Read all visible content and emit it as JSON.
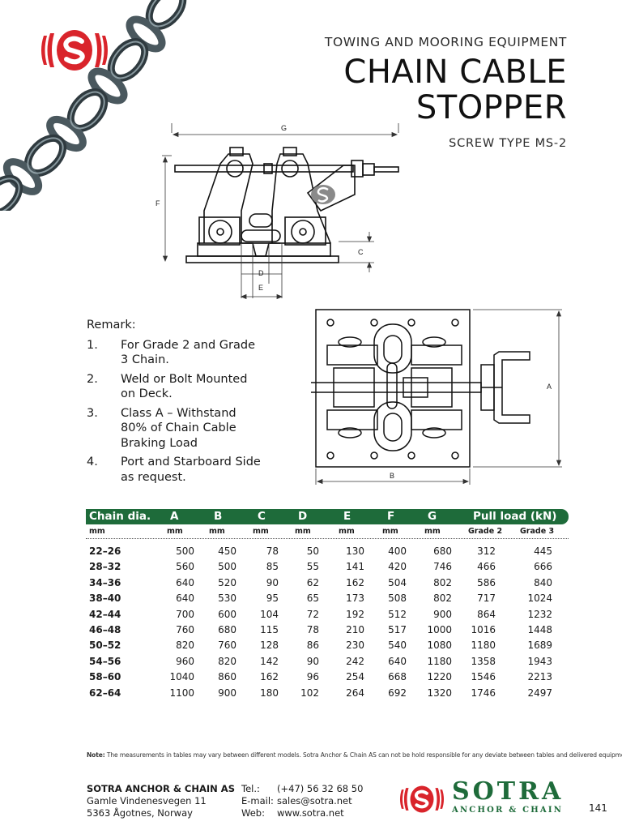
{
  "header": {
    "kicker": "TOWING AND MOORING EQUIPMENT",
    "title_line1": "CHAIN CABLE",
    "title_line2": "STOPPER",
    "subtitle": "SCREW TYPE MS-2"
  },
  "drawings": {
    "side_labels": {
      "g": "G",
      "f": "F",
      "c": "C",
      "d": "D",
      "e": "E"
    },
    "plan_labels": {
      "a": "A",
      "b": "B"
    }
  },
  "remarks": {
    "title": "Remark:",
    "items": [
      {
        "num": "1.",
        "line1": "For Grade 2 and Grade",
        "line2": "3 Chain.",
        "line3": ""
      },
      {
        "num": "2.",
        "line1": "Weld or Bolt Mounted",
        "line2": "on Deck.",
        "line3": ""
      },
      {
        "num": "3.",
        "line1": "Class A – Withstand",
        "line2": "80% of Chain Cable",
        "line3": "Braking Load"
      },
      {
        "num": "4.",
        "line1": "Port and Starboard Side",
        "line2": "as request.",
        "line3": ""
      }
    ]
  },
  "table": {
    "headers": [
      "Chain dia.",
      "A",
      "B",
      "C",
      "D",
      "E",
      "F",
      "G",
      "Pull load (kN)"
    ],
    "units": [
      "mm",
      "mm",
      "mm",
      "mm",
      "mm",
      "mm",
      "mm",
      "mm",
      "Grade 2",
      "Grade 3"
    ],
    "rows": [
      [
        "22–26",
        "500",
        "450",
        "78",
        "50",
        "130",
        "400",
        "680",
        "312",
        "445"
      ],
      [
        "28–32",
        "560",
        "500",
        "85",
        "55",
        "141",
        "420",
        "746",
        "466",
        "666"
      ],
      [
        "34–36",
        "640",
        "520",
        "90",
        "62",
        "162",
        "504",
        "802",
        "586",
        "840"
      ],
      [
        "38–40",
        "640",
        "530",
        "95",
        "65",
        "173",
        "508",
        "802",
        "717",
        "1024"
      ],
      [
        "42–44",
        "700",
        "600",
        "104",
        "72",
        "192",
        "512",
        "900",
        "864",
        "1232"
      ],
      [
        "46–48",
        "760",
        "680",
        "115",
        "78",
        "210",
        "517",
        "1000",
        "1016",
        "1448"
      ],
      [
        "50–52",
        "820",
        "760",
        "128",
        "86",
        "230",
        "540",
        "1080",
        "1180",
        "1689"
      ],
      [
        "54–56",
        "960",
        "820",
        "142",
        "90",
        "242",
        "640",
        "1180",
        "1358",
        "1943"
      ],
      [
        "58–60",
        "1040",
        "860",
        "162",
        "96",
        "254",
        "668",
        "1220",
        "1546",
        "2213"
      ],
      [
        "62–64",
        "1100",
        "900",
        "180",
        "102",
        "264",
        "692",
        "1320",
        "1746",
        "2497"
      ]
    ]
  },
  "note": {
    "label": "Note:",
    "text": " The measurements in tables may vary between different models. Sotra Anchor & Chain AS can not be hold responsible for any deviate between tables and delivered equipment."
  },
  "footer": {
    "company": "SOTRA ANCHOR & CHAIN AS",
    "address1": "Gamle Vindenesvegen 11",
    "address2": "5363 Ågotnes, Norway",
    "tel_label": "Tel.:",
    "tel": "(+47) 56 32 68 50",
    "email_label": "E-mail:",
    "email": "sales@sotra.net",
    "web_label": "Web:",
    "web": "www.sotra.net",
    "brand_name": "SOTRA",
    "brand_tag": "ANCHOR & CHAIN",
    "page_number": "141"
  },
  "colors": {
    "brand_green": "#1e6b3a",
    "logo_red": "#d9242b"
  }
}
